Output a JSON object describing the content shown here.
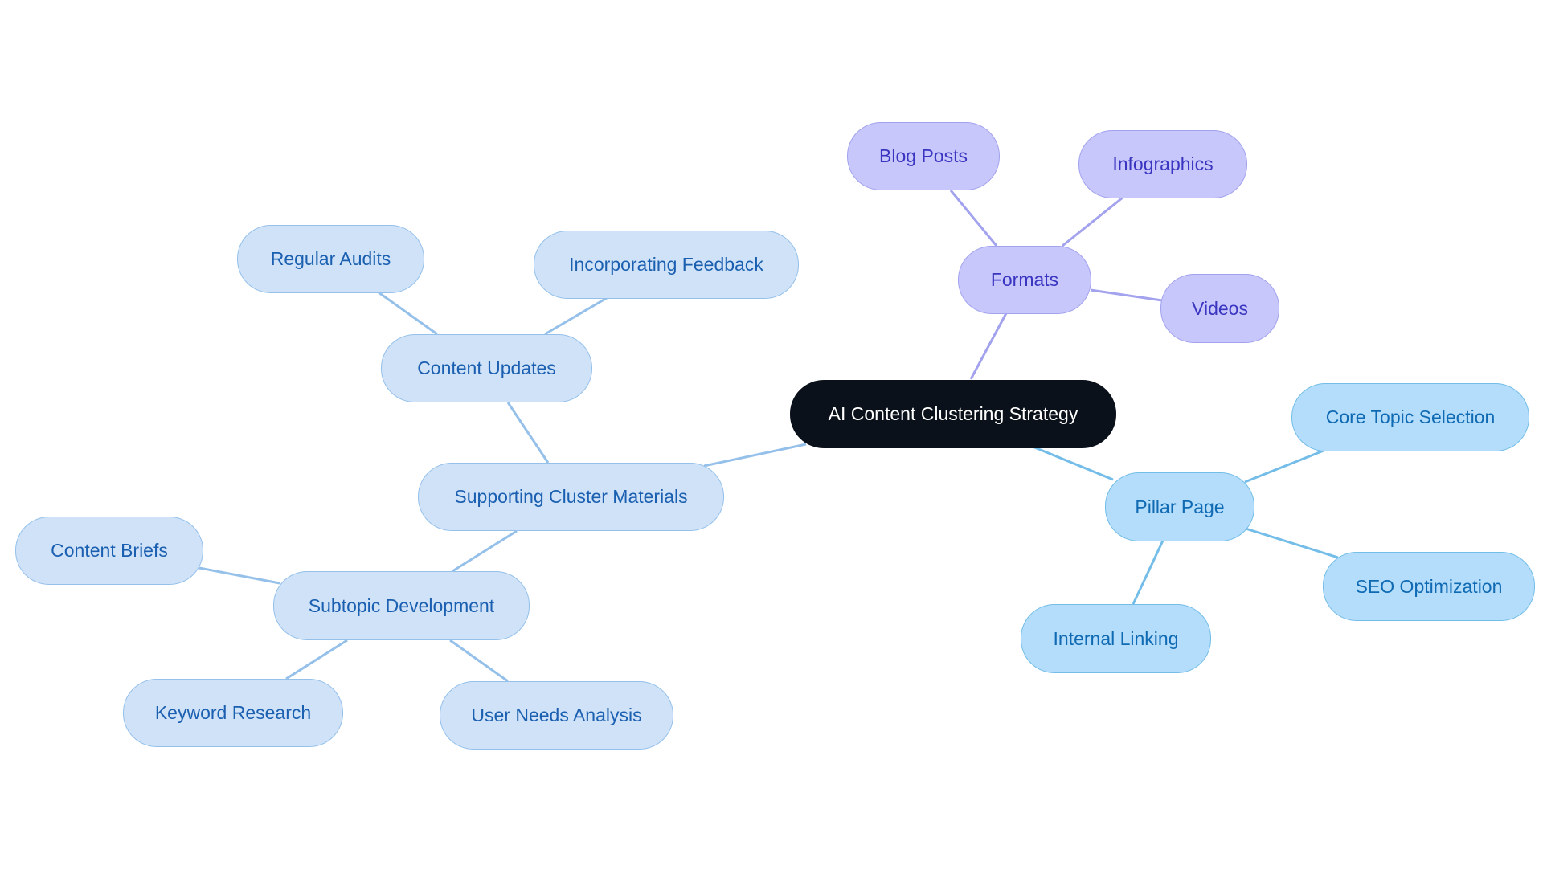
{
  "diagram": {
    "colors": {
      "root": "#0b111a",
      "blue_branch": "#94c0ea",
      "sky_branch": "#73bde8",
      "purple_branch": "#a2a2ee"
    },
    "root": {
      "label": "AI Content Clustering Strategy"
    },
    "branches": {
      "supporting_cluster_materials": {
        "label": "Supporting Cluster Materials",
        "content_updates": {
          "label": "Content Updates",
          "regular_audits": "Regular Audits",
          "incorporating_feedback": "Incorporating Feedback"
        },
        "subtopic_development": {
          "label": "Subtopic Development",
          "content_briefs": "Content Briefs",
          "keyword_research": "Keyword Research",
          "user_needs_analysis": "User Needs Analysis"
        }
      },
      "formats": {
        "label": "Formats",
        "blog_posts": "Blog Posts",
        "infographics": "Infographics",
        "videos": "Videos"
      },
      "pillar_page": {
        "label": "Pillar Page",
        "core_topic_selection": "Core Topic Selection",
        "seo_optimization": "SEO Optimization",
        "internal_linking": "Internal Linking"
      }
    }
  }
}
